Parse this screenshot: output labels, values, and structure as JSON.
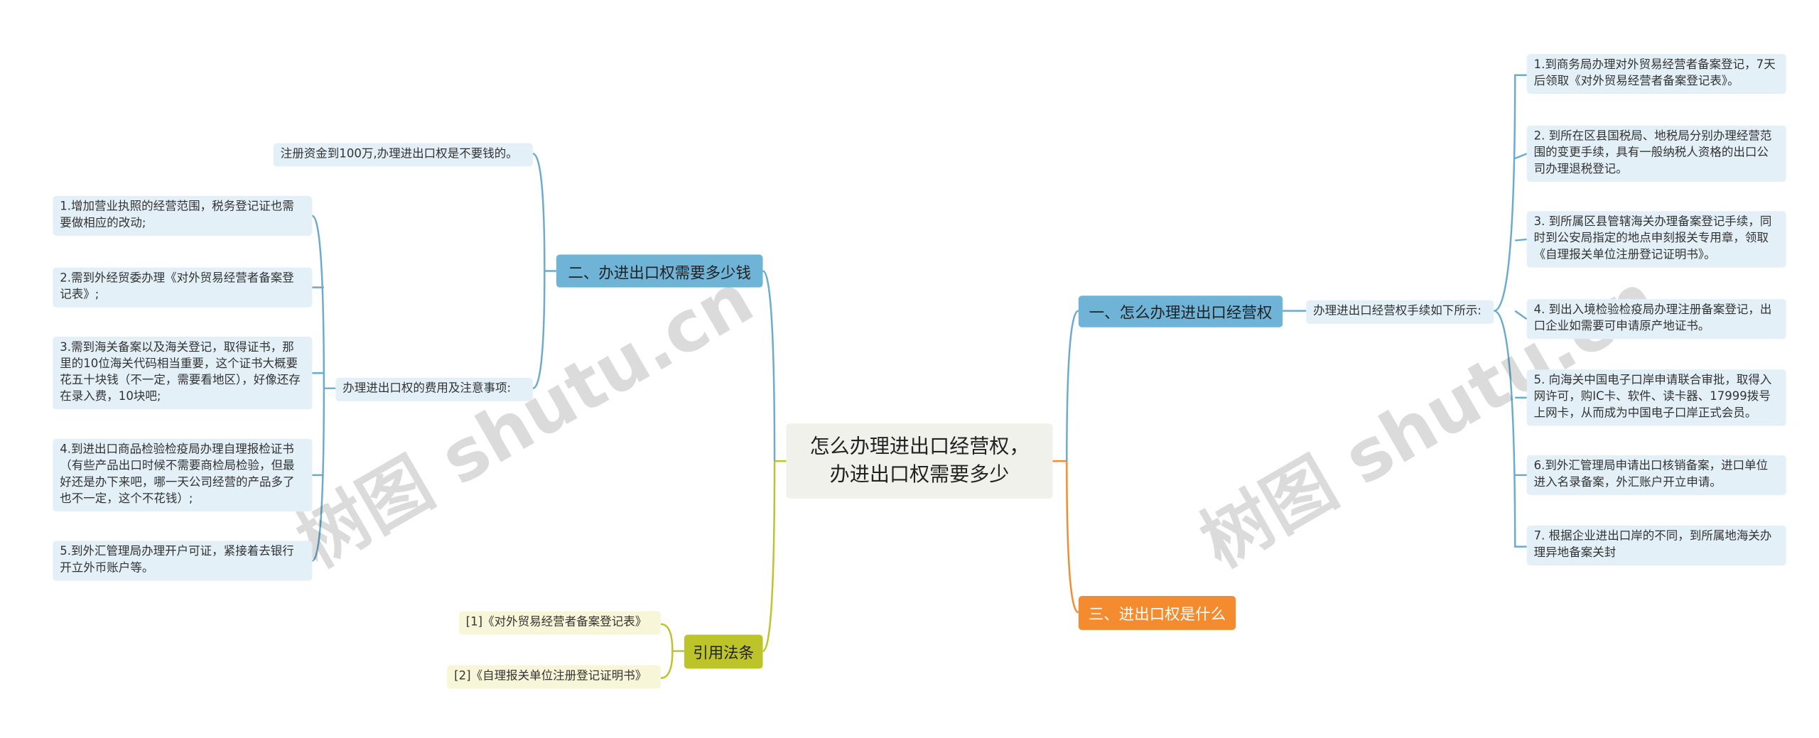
{
  "center_topic": "怎么办理进出口经营权，\n办进出口权需要多少",
  "branches": {
    "b1": {
      "label": "一、怎么办理进出口经营权",
      "sub": "办理进出口经营权手续如下所示:",
      "leaves": [
        "1.到商务局办理对外贸易经营者备案登记，7天后领取《对外贸易经营者备案登记表》。",
        "2. 到所在区县国税局、地税局分别办理经营范围的变更手续，具有一般纳税人资格的出口公司办理退税登记。",
        "3. 到所属区县管辖海关办理备案登记手续，同时到公安局指定的地点申刻报关专用章，领取《自理报关单位注册登记证明书》。",
        "4. 到出入境检验检疫局办理注册备案登记，出口企业如需要可申请原产地证书。",
        "5. 向海关中国电子口岸申请联合审批，取得入网许可，购IC卡、软件、读卡器、17999拨号上网卡，从而成为中国电子口岸正式会员。",
        "6.到外汇管理局申请出口核销备案，进口单位进入名录备案，外汇账户开立申请。",
        "7. 根据企业进出口岸的不同，到所属地海关办理异地备案关封"
      ]
    },
    "b2": {
      "label": "二、办进出口权需要多少钱",
      "top_leaf": "注册资金到100万,办理进出口权是不要钱的。",
      "sub": "办理进出口权的费用及注意事项:",
      "leaves": [
        "1.增加营业执照的经营范围，税务登记证也需要做相应的改动;",
        "2.需到外经贸委办理《对外贸易经营者备案登记表》;",
        "3.需到海关备案以及海关登记，取得证书，那里的10位海关代码相当重要，这个证书大概要花五十块钱（不一定，需要看地区），好像还存在录入费，10块吧;",
        "4.到进出口商品检验检疫局办理自理报检证书（有些产品出口时候不需要商检局检验，但最好还是办下来吧，哪一天公司经营的产品多了也不一定，这个不花钱）;",
        "5.到外汇管理局办理开户可证，紧接着去银行开立外币账户等。"
      ]
    },
    "b3": {
      "label": "三、进出口权是什么"
    },
    "refs": {
      "label": "引用法条",
      "items": [
        "[1]《对外贸易经营者备案登记表》",
        "[2]《自理报关单位注册登记证明书》"
      ]
    }
  },
  "watermarks": [
    "树图 shutu.cn",
    "树图 shutu.cn"
  ],
  "colors": {
    "blue_branch": "#6fb3d7",
    "orange_branch": "#f48c2f",
    "olive_branch": "#bcc42a",
    "line_blue": "#6aaccf",
    "line_orange": "#f48c2f",
    "line_olive": "#bcc42a"
  }
}
